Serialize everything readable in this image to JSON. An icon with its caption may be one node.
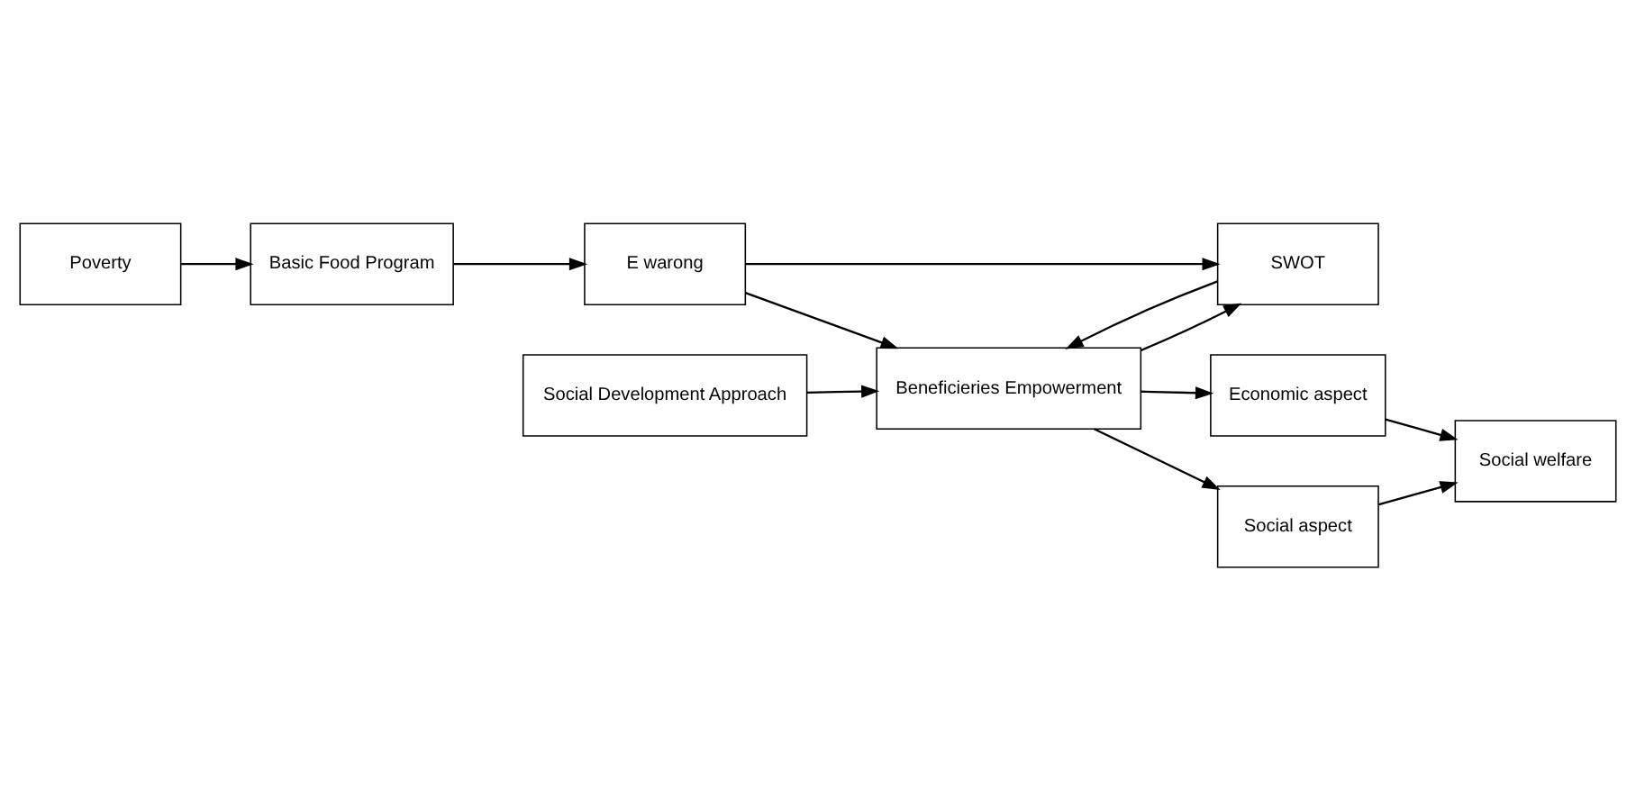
{
  "diagram": {
    "nodes": [
      {
        "text": [
          "Poverty"
        ]
      },
      {
        "text": [
          "Basic Food Program"
        ]
      },
      {
        "text": [
          "E warong"
        ]
      },
      {
        "text": [
          "Social Development Approach"
        ]
      },
      {
        "text": [
          "Beneficieries Empowerment"
        ]
      },
      {
        "text": [
          "SWOT"
        ]
      },
      {
        "text": [
          "Economic aspect"
        ]
      },
      {
        "text": [
          "Social aspect"
        ]
      },
      {
        "text": [
          "Social welfare"
        ]
      }
    ],
    "edges": [
      {
        "from": 0,
        "to": 1,
        "arrow": "to"
      },
      {
        "from": 1,
        "to": 2,
        "arrow": "to"
      },
      {
        "from": 2,
        "to": 4,
        "arrow": "to"
      },
      {
        "from": 2,
        "to": 5,
        "arrow": "to"
      },
      {
        "from": 3,
        "to": 4,
        "arrow": "to"
      },
      {
        "from": 5,
        "to": 4,
        "arrow": "to"
      },
      {
        "from": 4,
        "to": 5,
        "arrow": "to"
      },
      {
        "from": 4,
        "to": 6,
        "arrow": "to"
      },
      {
        "from": 4,
        "to": 7,
        "arrow": "to"
      },
      {
        "from": 6,
        "to": 8,
        "arrow": "to"
      },
      {
        "from": 7,
        "to": 8,
        "arrow": "to"
      }
    ]
  }
}
